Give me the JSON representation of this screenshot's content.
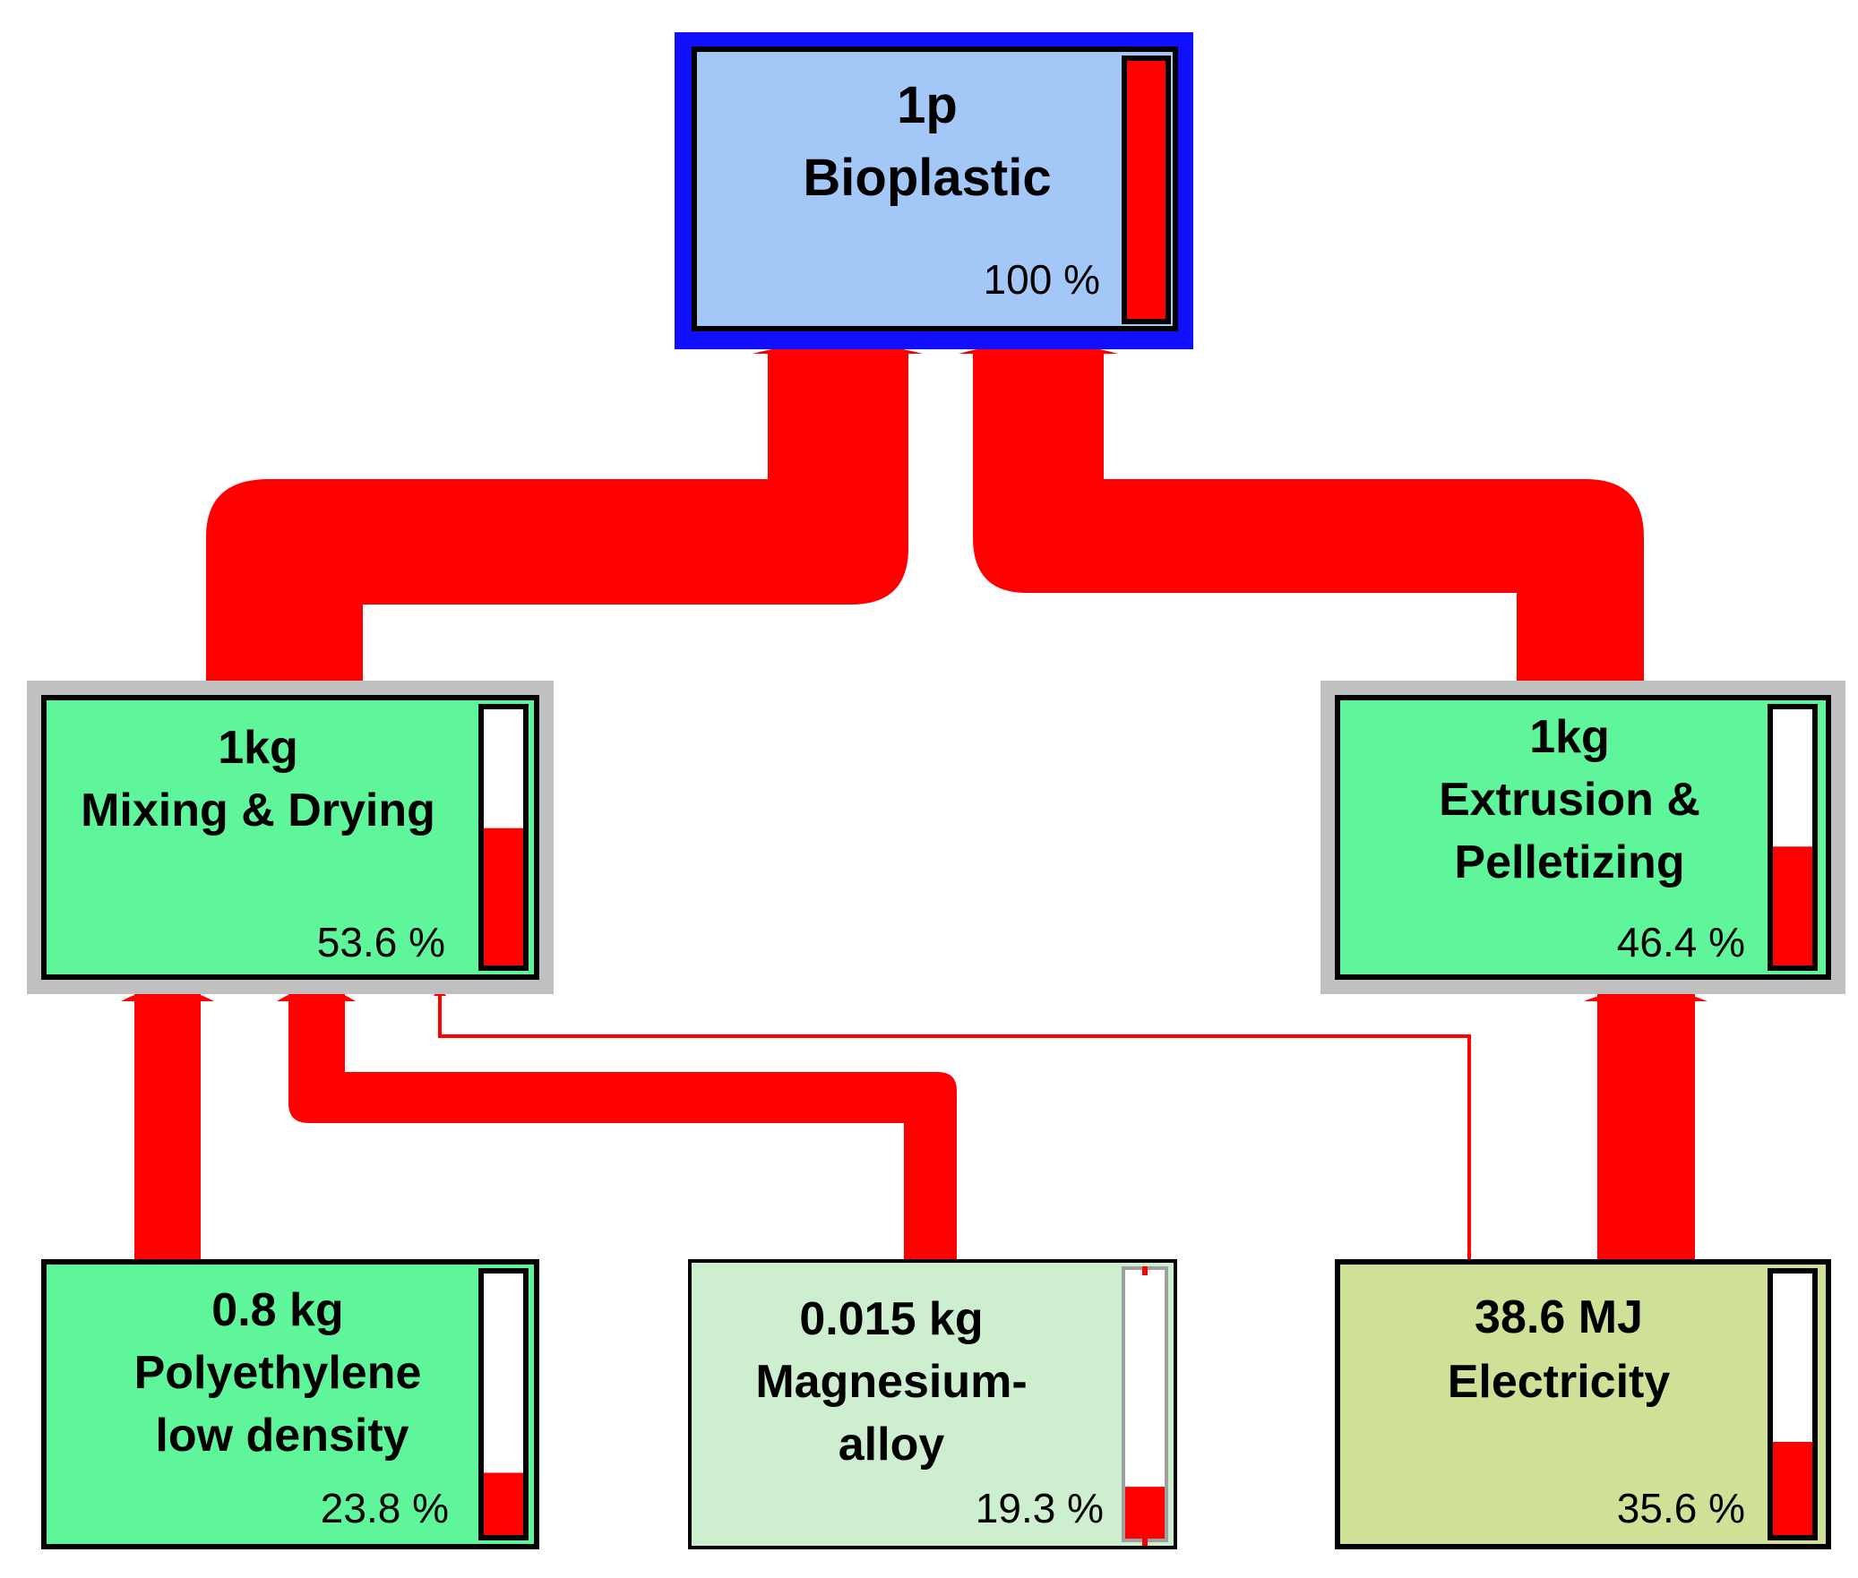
{
  "colors": {
    "flow": "#ff0000",
    "bar_fill": "#ff0000",
    "bar_empty": "#ffffff",
    "root_box": "#a3c8f8",
    "root_border": "#1010ff",
    "process_box": "#5ef59b",
    "light_box": "#cdefcf",
    "electricity_box": "#cfe196",
    "frame_gray": "#c0c0c0"
  },
  "nodes": {
    "bioplastic": {
      "amount": "1p",
      "name_lines": [
        "Bioplastic"
      ],
      "percent_label": "100 %",
      "share": 1.0
    },
    "mixing": {
      "amount": "1kg",
      "name_lines": [
        "Mixing & Drying"
      ],
      "percent_label": "53.6 %",
      "share": 0.536
    },
    "extrusion": {
      "amount": "1kg",
      "name_lines": [
        "Extrusion &",
        "Pelletizing"
      ],
      "percent_label": "46.4 %",
      "share": 0.464
    },
    "polyethylene": {
      "amount": "0.8 kg",
      "name_lines": [
        "Polyethylene",
        "low density"
      ],
      "percent_label": "23.8 %",
      "share": 0.238
    },
    "magnesium": {
      "amount": "0.015 kg",
      "name_lines": [
        "Magnesium-",
        "alloy"
      ],
      "percent_label": "19.3 %",
      "share": 0.193
    },
    "electricity": {
      "amount": "38.6 MJ",
      "name_lines": [
        "Electricity"
      ],
      "percent_label": "35.6 %",
      "share": 0.356
    }
  },
  "flows": [
    {
      "from": "mixing",
      "to": "bioplastic",
      "share": 0.536
    },
    {
      "from": "extrusion",
      "to": "bioplastic",
      "share": 0.464
    },
    {
      "from": "polyethylene",
      "to": "mixing",
      "share": 0.238
    },
    {
      "from": "magnesium",
      "to": "mixing",
      "share": 0.193
    },
    {
      "from": "electricity",
      "to": "mixing",
      "share": 0.01
    },
    {
      "from": "electricity",
      "to": "extrusion",
      "share": 0.356
    }
  ]
}
